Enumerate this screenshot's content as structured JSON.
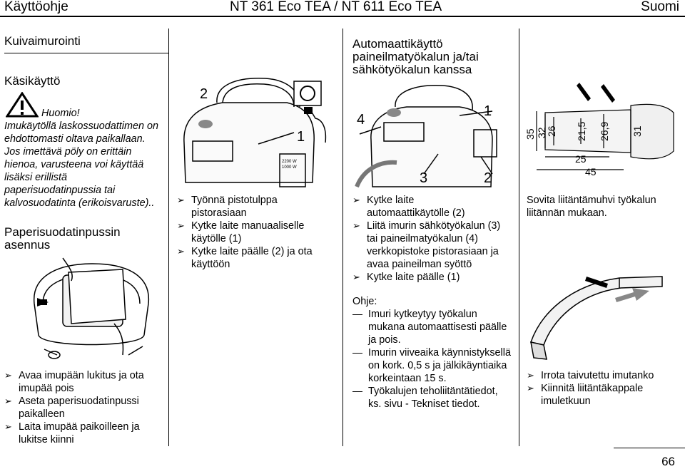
{
  "header": {
    "left": "Käyttöohje",
    "center": "NT 361 Eco TEA / NT 611 Eco TEA",
    "right": "Suomi"
  },
  "col1": {
    "title": "Kuivaimurointi",
    "subtitle": "Käsikäyttö",
    "warning_title": "Huomio!",
    "warning_lines": [
      "Imukäytöllä laskossuodattimen on",
      "ehdottomasti oltava paikallaan.",
      "Jos imettävä pöly on erittäin",
      "hienoa, varusteena voi käyttää",
      "lisäksi erillistä",
      "paperisuodatinpussia tai",
      "kalvosuodatinta (erikoisvaruste).."
    ],
    "section2_lines": [
      "Paperisuodatinpussin",
      "asennus"
    ],
    "steps": [
      [
        "Avaa imupään lukitus ja ota",
        "imupää pois"
      ],
      [
        "Aseta paperisuodatinpussi",
        "paikalleen"
      ],
      [
        "Laita imupää paikoilleen ja",
        "lukitse kiinni"
      ]
    ]
  },
  "col2": {
    "fig_labels": {
      "num2": "2",
      "num1": "1",
      "panel1": "2200 W",
      "panel2": "1000 W"
    },
    "steps": [
      [
        "Työnnä pistotulppa",
        "pistorasiaan"
      ],
      [
        "Kytke laite manuaaliselle",
        "käytölle (1)"
      ],
      [
        "Kytke laite päälle (2) ja ota",
        "käyttöön"
      ]
    ]
  },
  "col3": {
    "title_lines": [
      "Automaattikäyttö",
      "paineilmatyökalun ja/tai",
      "sähkötyökalun kanssa"
    ],
    "fig_labels": {
      "num4": "4",
      "num1": "1",
      "num3": "3",
      "num2": "2"
    },
    "steps": [
      [
        "Kytke laite",
        "automaattikäytölle (2)"
      ],
      [
        "Liitä imurin sähkötyökalun (3)",
        "tai paineilmatyökalun (4)",
        "verkkopistoke pistorasiaan ja",
        "avaa paineilman syöttö"
      ],
      [
        "Kytke laite päälle (1)"
      ]
    ],
    "note_title": "Ohje:",
    "notes": [
      [
        "Imuri kytkeytyy työkalun",
        "mukana automaattisesti päälle",
        "ja pois."
      ],
      [
        "Imurin viiveaika käynnistyksellä",
        "on kork. 0,5 s ja jälkikäyntiaika",
        "korkeintaan 15 s."
      ],
      [
        "Työkalujen teholiitäntätiedot,",
        "ks. sivu - Tekniset tiedot."
      ]
    ]
  },
  "col4": {
    "dimensions": [
      "35",
      "32",
      "26",
      "21,5",
      "26,9",
      "31",
      "25",
      "45"
    ],
    "text_lines": [
      "Sovita liitäntämuhvi työkalun",
      "liitännän mukaan."
    ],
    "steps": [
      [
        "Irrota taivutettu imutanko"
      ],
      [
        "Kiinnitä liitäntäkappale",
        "imuletkuun"
      ]
    ]
  },
  "page_number": "66"
}
